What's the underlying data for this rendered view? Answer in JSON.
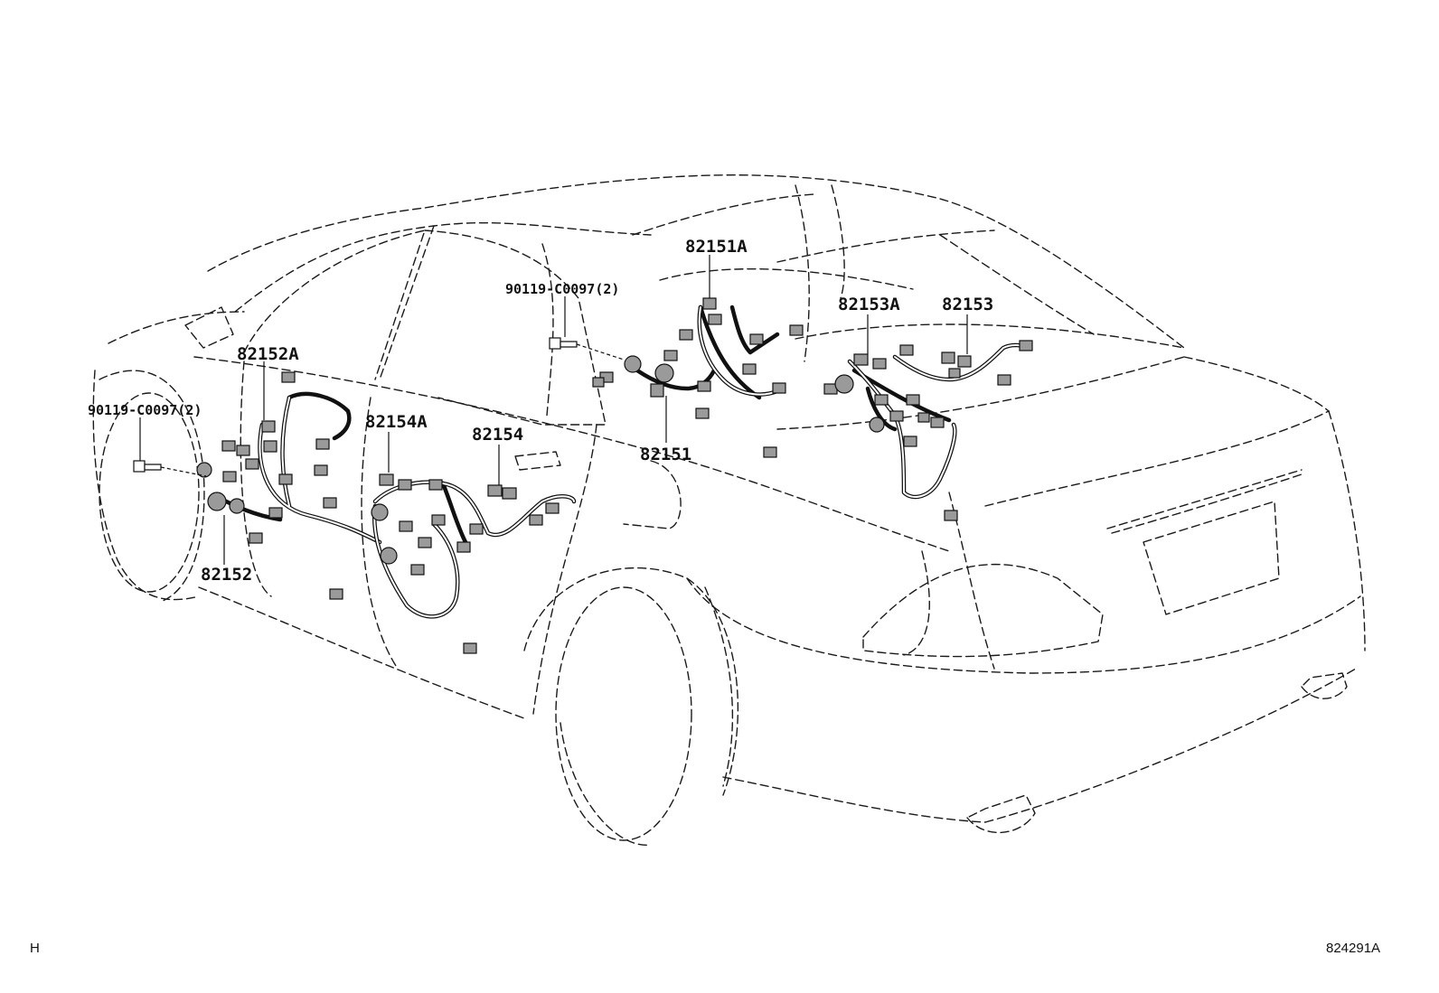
{
  "parts": {
    "p82151A": "82151A",
    "p82151": "82151",
    "p82152A": "82152A",
    "p82152": "82152",
    "p82153A": "82153A",
    "p82153": "82153",
    "p82154A": "82154A",
    "p82154": "82154",
    "boltFront": "90119-C0097(2)",
    "boltRear": "90119-C0097(2)"
  },
  "corner": {
    "left": "H",
    "right": "824291A"
  }
}
